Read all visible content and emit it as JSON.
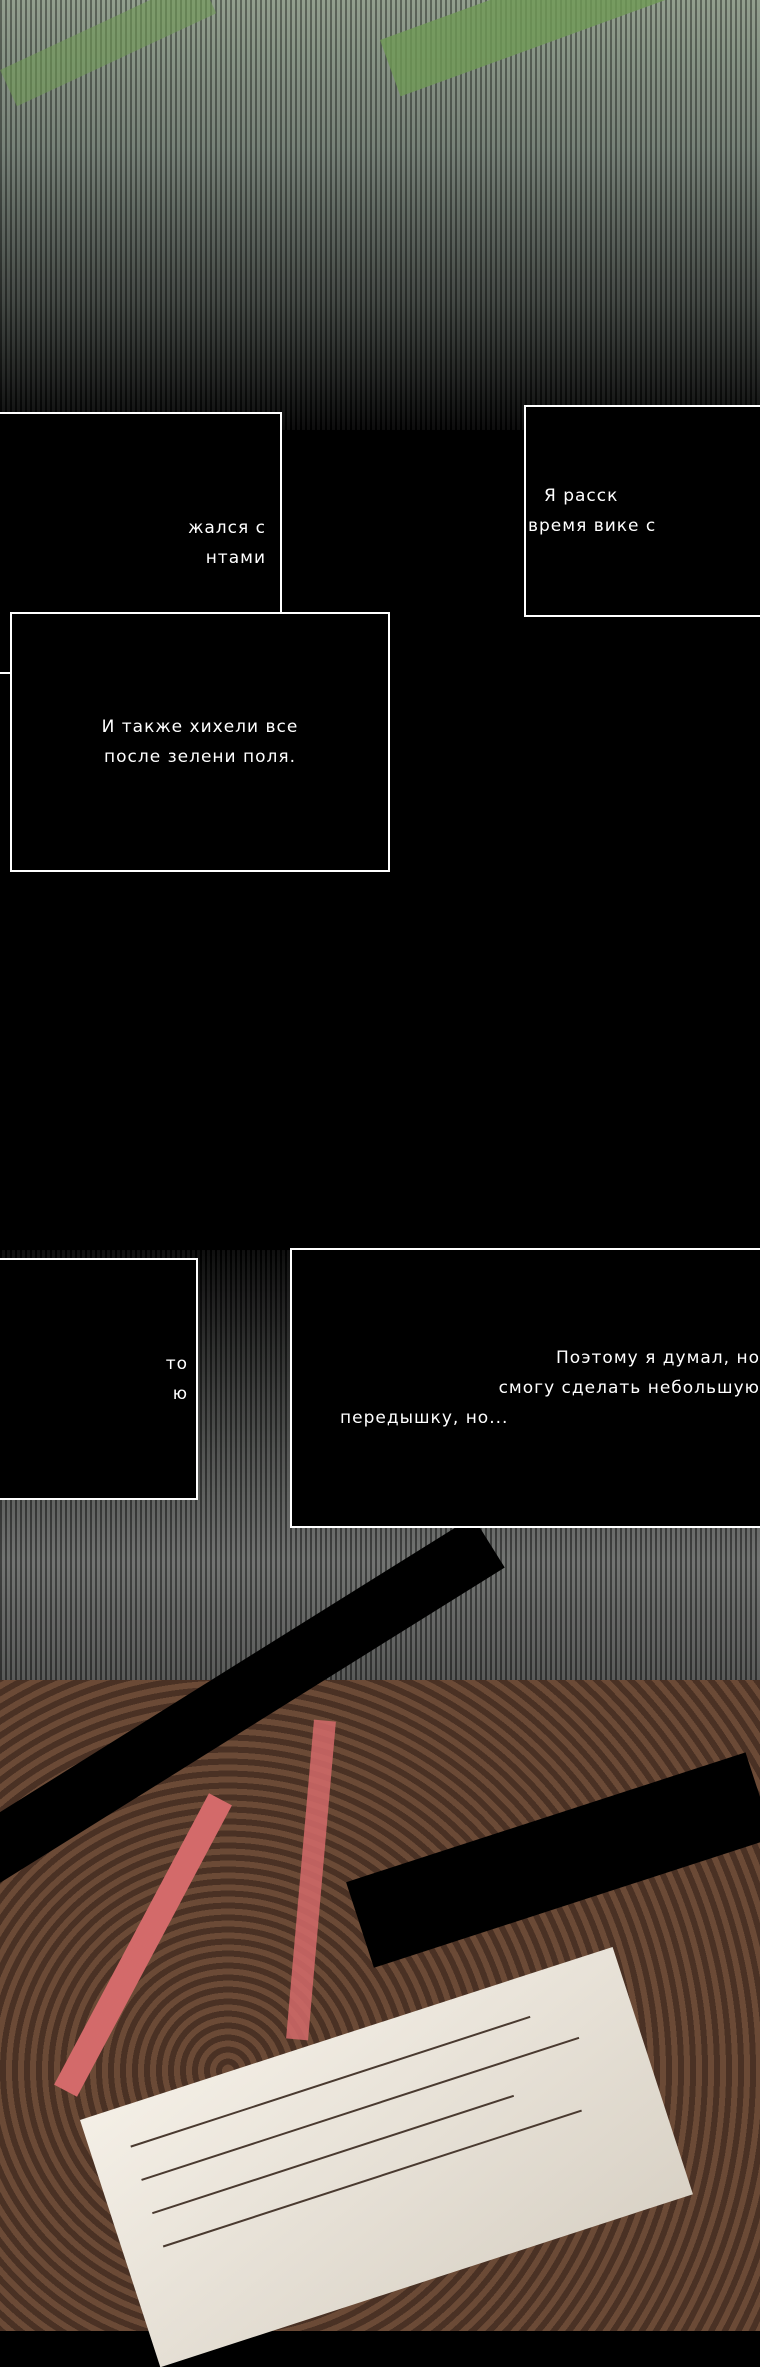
{
  "captions": {
    "top_left": {
      "lines": [
        "жался с",
        "нтами"
      ]
    },
    "top_right": {
      "lines": [
        "Я расск",
        "время вике с"
      ]
    },
    "middle": {
      "lines": [
        "И также хихели все",
        "после зелени поля."
      ]
    },
    "lower_left": {
      "lines": [
        "то",
        "ю"
      ]
    },
    "lower_right": {
      "lines": [
        "Поэтому я думал, но",
        "смогу сделать небольшую",
        "передышку, но..."
      ]
    }
  },
  "colors": {
    "background": "#000000",
    "caption_border": "#ffffff",
    "caption_text": "#ffffff",
    "field_green": "#6f9a55",
    "paper": "#f4efe6",
    "pen_red": "#d36a6a"
  }
}
